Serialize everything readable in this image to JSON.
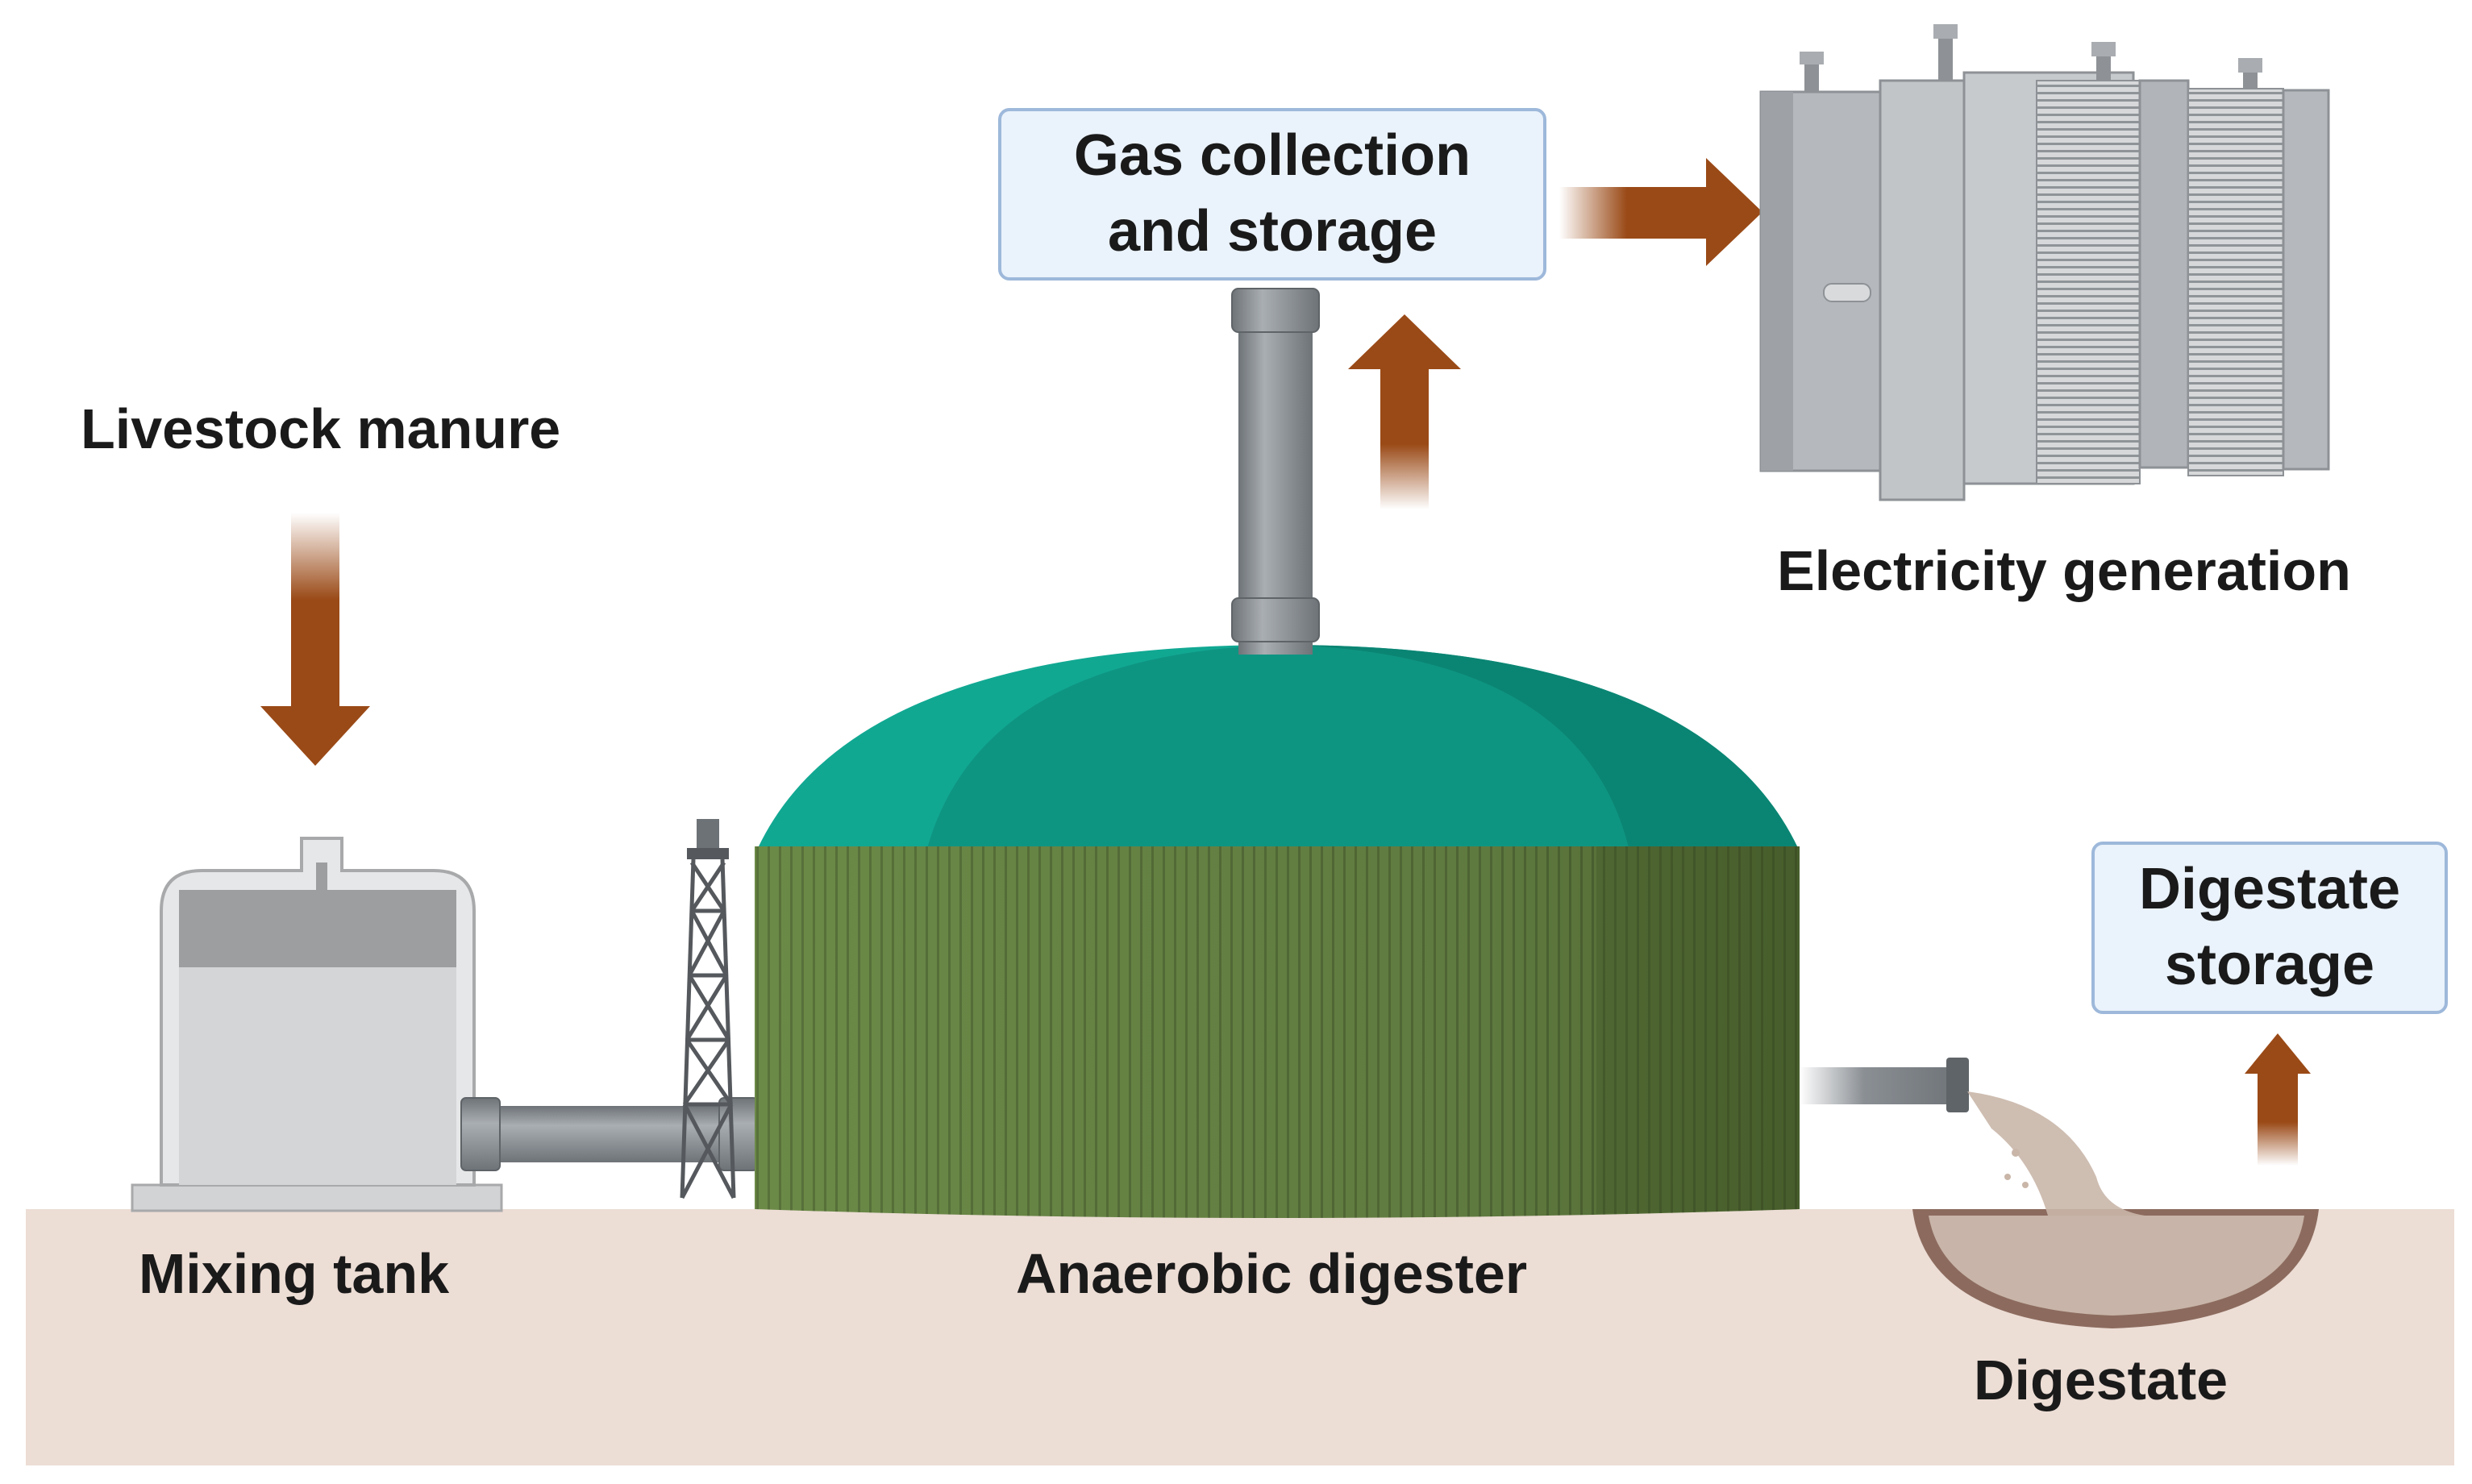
{
  "labels": {
    "livestock_manure": "Livestock manure",
    "mixing_tank": "Mixing tank",
    "anaerobic_digester": "Anaerobic digester",
    "digestate": "Digestate",
    "electricity_generation": "Electricity generation"
  },
  "boxes": {
    "gas_collection_line1": "Gas collection",
    "gas_collection_line2": "and storage",
    "digestate_storage_line1": "Digestate",
    "digestate_storage_line2": "storage"
  },
  "colors": {
    "arrow": "#9a4a17",
    "ground": "#ecddd5",
    "dome": "#10a08c",
    "digester_wall": "#5f7a3f",
    "box_fill": "#eaf2fb",
    "box_border": "#9db8da",
    "pipe": "#8a8f94"
  }
}
